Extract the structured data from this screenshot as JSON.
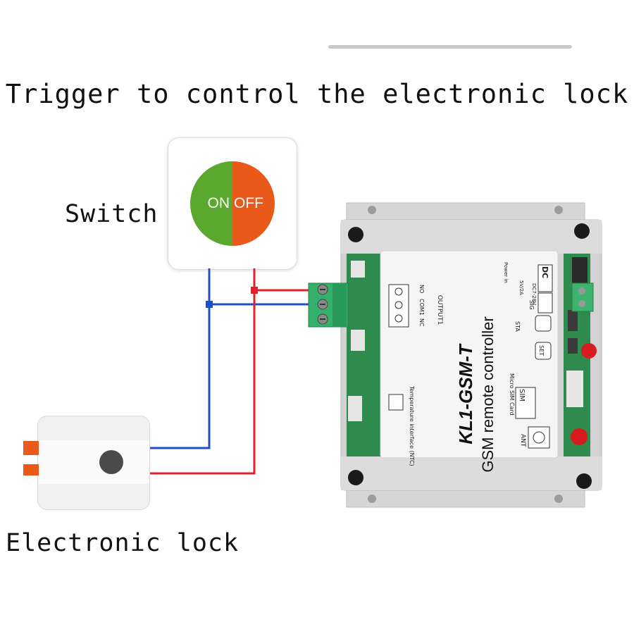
{
  "heading": "Trigger to control the electronic lock",
  "switch": {
    "label": "Switch",
    "on_text": "ON",
    "off_text": "OFF",
    "on_color": "#5aa82e",
    "off_color": "#e8591a"
  },
  "lock": {
    "label": "Electronic lock"
  },
  "wires": {
    "blue_color": "#1f4fc8",
    "red_color": "#e0222e"
  },
  "device": {
    "model": "KL1-GSM-T",
    "subtitle": "GSM remote controller",
    "output_label": "OUTPUT1",
    "terminal_labels": [
      "NC",
      "COM1",
      "NO"
    ],
    "temperature_label": "Temperature interface (NTC)",
    "sim_label": "SIM",
    "sim_caption": "Micro SIM Card",
    "ant_label": "ANT",
    "set_label": "SET",
    "sta_label": "STA",
    "sig_label": "SIG",
    "power_in_label": "Power in",
    "dc_label": "DC",
    "power_spec_1": "5V/2A",
    "power_spec_2": "DC7-28V"
  }
}
